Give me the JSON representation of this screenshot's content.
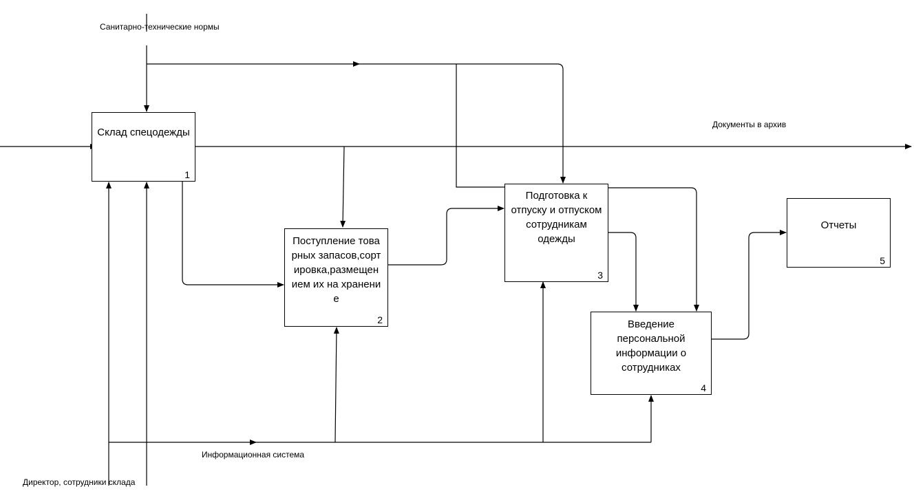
{
  "diagram": {
    "type": "IDEF0",
    "blocks": [
      {
        "id": "box1",
        "name": "Склад спецодежды",
        "number": "1"
      },
      {
        "id": "box2",
        "name": "Поступление товарных запасов,сортировка,размещением их на хранение",
        "number": "2"
      },
      {
        "id": "box3",
        "name": "Подготовка к отпуску и отпуском сотрудникам одежды",
        "number": "3"
      },
      {
        "id": "box4",
        "name": "Введение персональной информации о сотрудниках",
        "number": "4"
      },
      {
        "id": "box5",
        "name": "Отчеты",
        "number": "5"
      }
    ],
    "arrow_labels": {
      "control_top": "Санитарно-технические нормы",
      "output_right": "Документы в архив",
      "mechanism_info": "Информационная система",
      "mechanism_people": "Директор, сотрудники склада"
    }
  }
}
